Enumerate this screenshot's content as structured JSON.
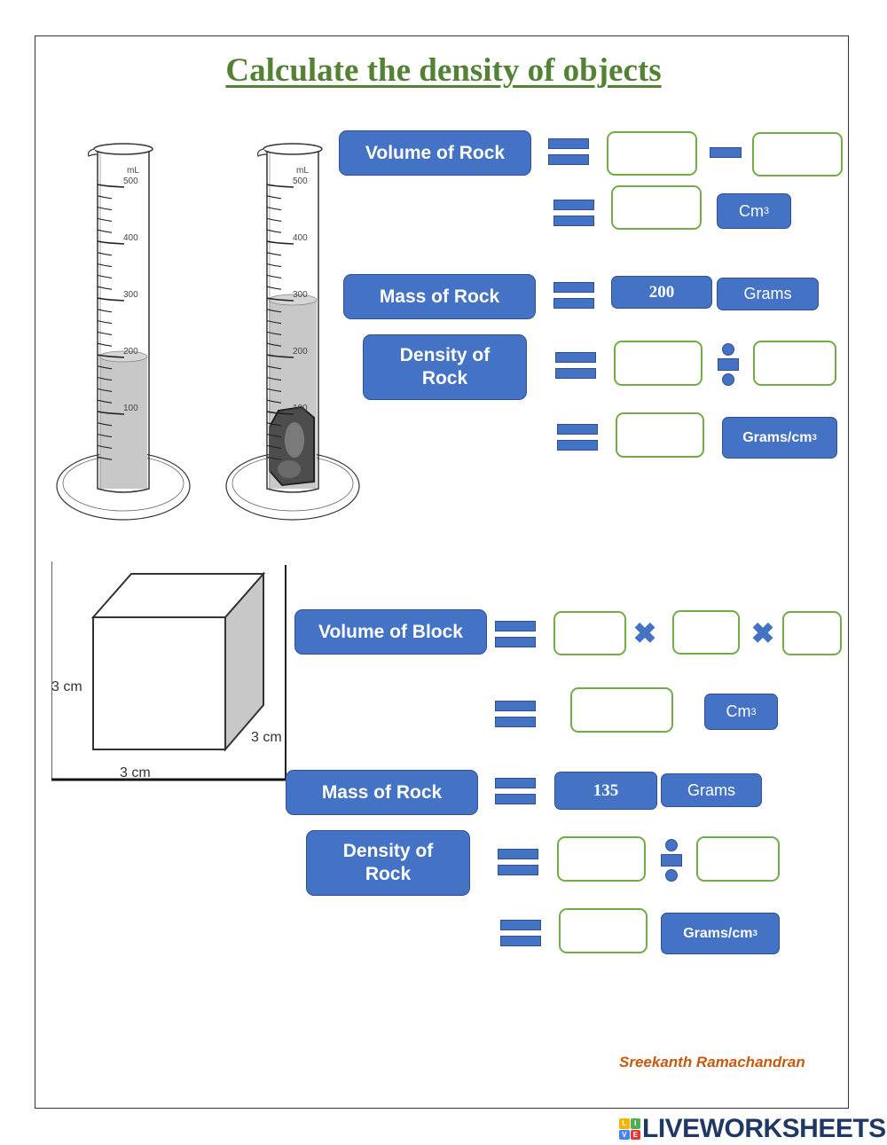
{
  "title": "Calculate the density of objects",
  "section_rock": {
    "cylinder_before": {
      "unit": "mL",
      "ticks": [
        "500",
        "400",
        "300",
        "200",
        "100"
      ],
      "reading_ml": 200
    },
    "cylinder_after": {
      "unit": "mL",
      "ticks": [
        "500",
        "400",
        "300",
        "200",
        "100"
      ],
      "reading_ml": 300
    },
    "volume_label": "Volume of Rock",
    "volume_unit": "Cm",
    "volume_unit_sup": "3",
    "mass_label": "Mass of Rock",
    "mass_value": "200",
    "mass_unit": "Grams",
    "density_label_line1": "Density of",
    "density_label_line2": "Rock",
    "density_unit": "Grams/cm",
    "density_unit_sup": "3"
  },
  "section_block": {
    "cube_labels": {
      "height": "3 cm",
      "depth": "3 cm",
      "width": "3 cm"
    },
    "volume_label": "Volume of Block",
    "volume_unit": "Cm",
    "volume_unit_sup": "3",
    "mass_label": "Mass of Rock",
    "mass_value": "135",
    "mass_unit": "Grams",
    "density_label_line1": "Density of",
    "density_label_line2": "Rock",
    "density_unit": "Grams/cm",
    "density_unit_sup": "3"
  },
  "author": "Sreekanth Ramachandran",
  "footer": {
    "logo_letters": [
      "L",
      "I",
      "V",
      "E"
    ],
    "logo_colors": [
      "#F4B400",
      "#4CAF50",
      "#4285F4",
      "#E53935"
    ],
    "logo_text": "LIVEWORKSHEETS"
  },
  "colors": {
    "accent": "#4472C4",
    "answer_border": "#70AD47",
    "title": "#548235",
    "author": "#C55A11"
  }
}
